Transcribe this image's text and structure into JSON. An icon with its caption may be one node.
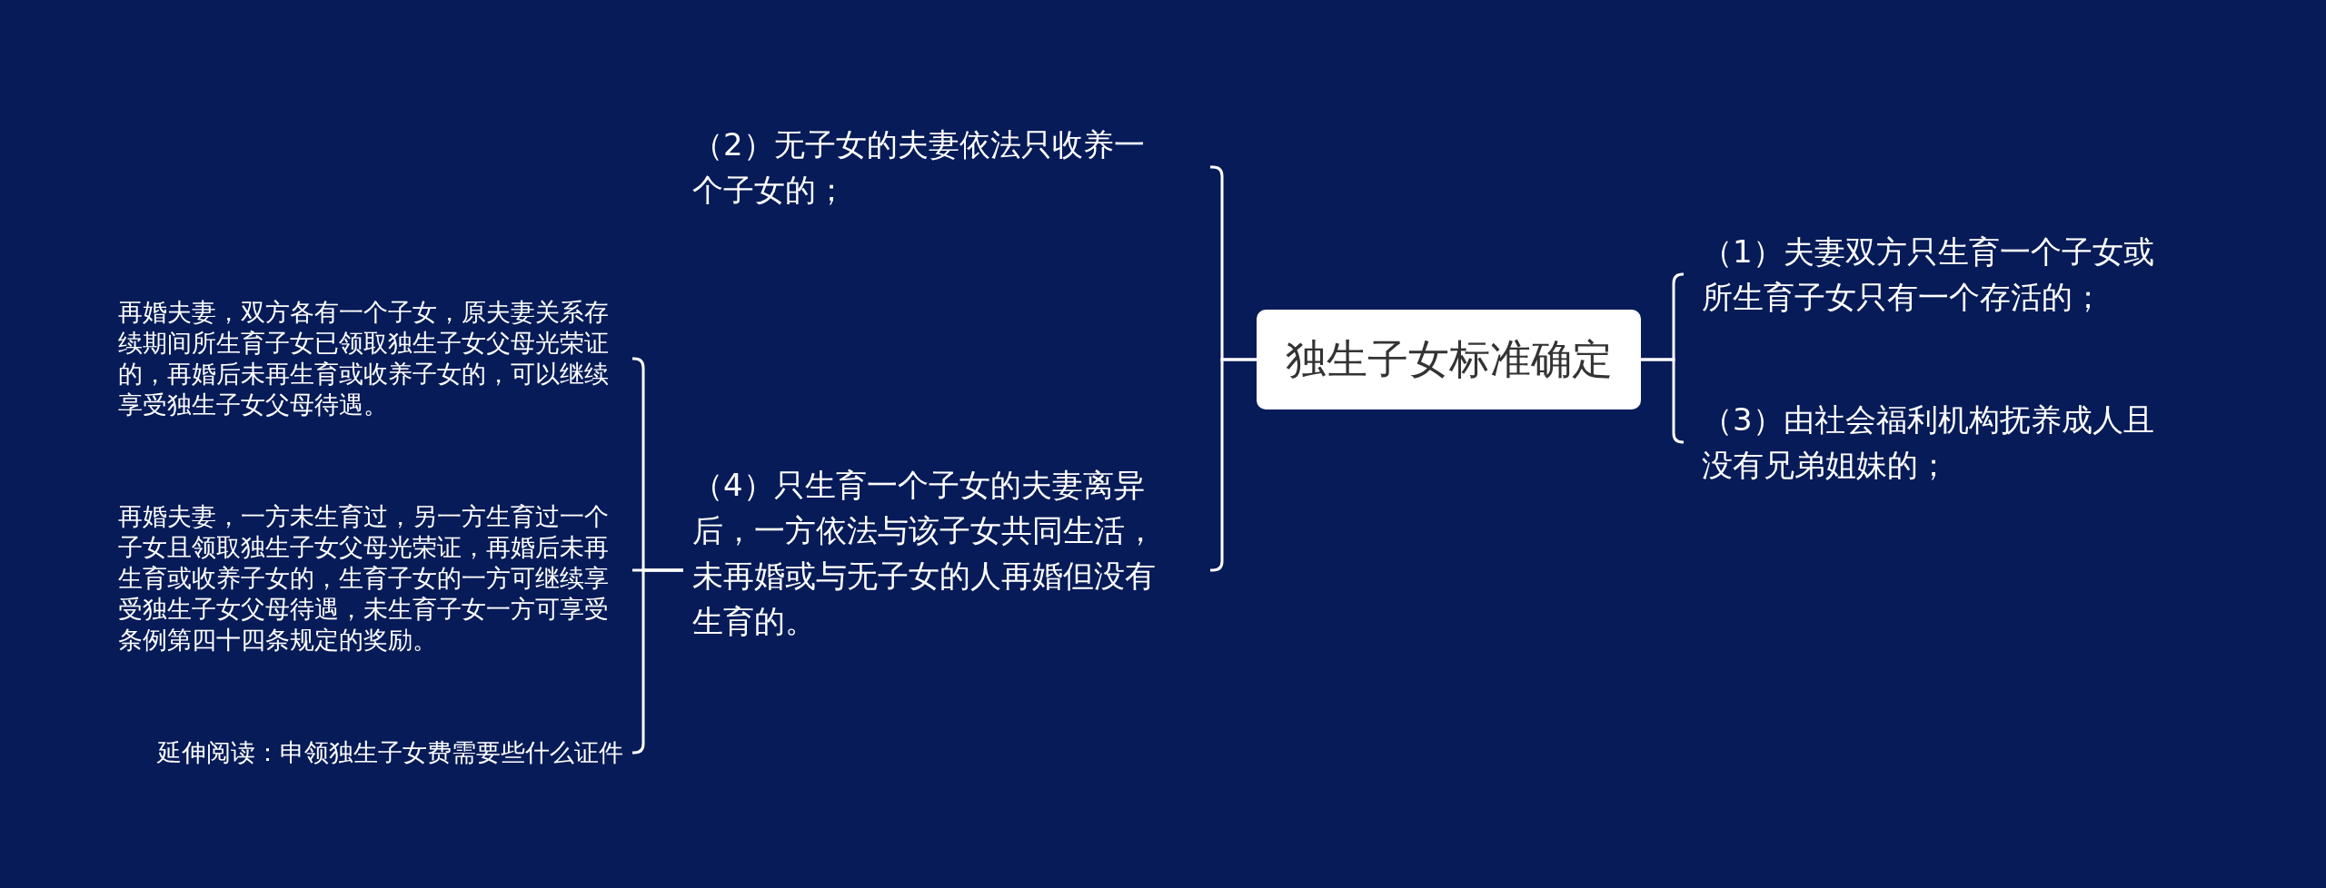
{
  "diagram": {
    "nodes": [
      {
        "text": [
          "独生子女标准确定"
        ]
      },
      {
        "text": [
          "（2）无子女的夫妻依法只收养一个子女的；"
        ]
      },
      {
        "text": [
          "（4）只生育一个子女的夫妻离异后，一方依法与该子女共同生活，未再婚或与无子女的人再婚但没有生育的。"
        ]
      },
      {
        "text": [
          "再婚夫妻，双方各有一个子女，原夫妻关系存续期间所生育子女已领取独生子女父母光荣证的，再婚后未再生育或收养子女的，可以继续享受独生子女父母待遇。"
        ]
      },
      {
        "text": [
          "再婚夫妻，一方未生育过，另一方生育过一个子女且领取独生子女父母光荣证，再婚后未再生育或收养子女的，生育子女的一方可继续享受独生子女父母待遇，未生育子女一方可享受条例第四十四条规定的奖励。"
        ]
      },
      {
        "text": [
          "延伸阅读：申领独生子女费需要些什么证件"
        ]
      },
      {
        "text": [
          "（1）夫妻双方只生育一个子女或所生育子女只有一个存活的；"
        ]
      },
      {
        "text": [
          "（3）由社会福利机构抚养成人且没有兄弟姐妹的；"
        ]
      }
    ],
    "edges": [
      {
        "from": 0,
        "to": 1,
        "arrow": "none"
      },
      {
        "from": 0,
        "to": 2,
        "arrow": "none"
      },
      {
        "from": 2,
        "to": 3,
        "arrow": "none"
      },
      {
        "from": 2,
        "to": 4,
        "arrow": "none"
      },
      {
        "from": 2,
        "to": 5,
        "arrow": "none"
      },
      {
        "from": 0,
        "to": 6,
        "arrow": "none"
      },
      {
        "from": 0,
        "to": 7,
        "arrow": "none"
      }
    ]
  }
}
